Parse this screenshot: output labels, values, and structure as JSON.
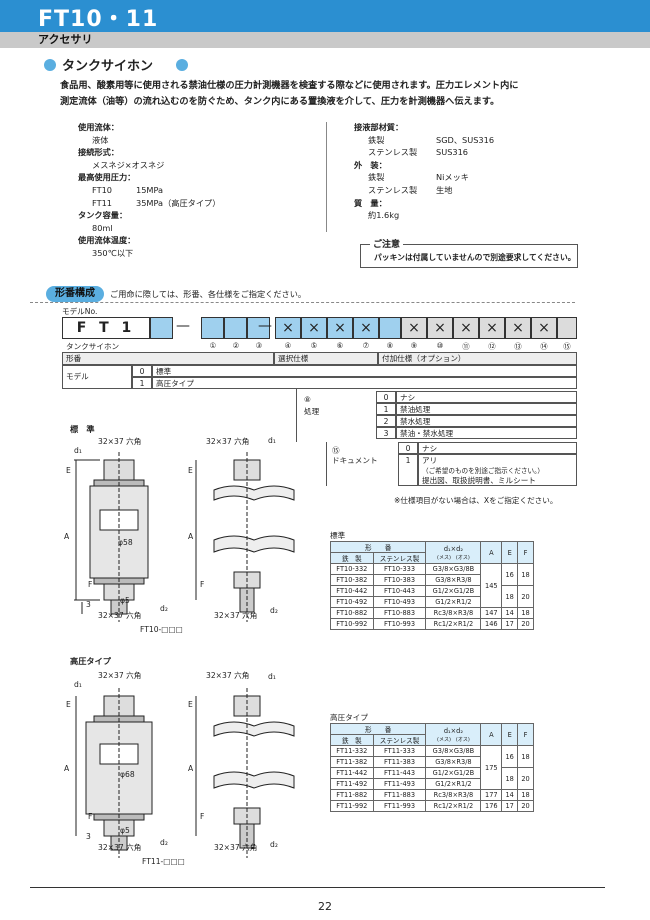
{
  "header": {
    "title": "FT10・11",
    "subtitle": "アクセサリ"
  },
  "section": {
    "title": "タンクサイホン"
  },
  "intro": {
    "line1": "食品用、酸素用等に使用される禁油仕様の圧力計測機器を検査する際などに使用されます。圧力エレメント内に",
    "line2": "測定流体（油等）の流れ込むのを防ぐため、タンク内にある置換液を介して、圧力を計測機器へ伝えます。"
  },
  "spec_left": [
    {
      "label": "使用流体：",
      "value": "液体"
    },
    {
      "label": "接続形式：",
      "value": "メスネジ×オスネジ"
    },
    {
      "label": "最高使用圧力：",
      "rows": [
        [
          "FT10",
          "15MPa"
        ],
        [
          "FT11",
          "35MPa（高圧タイプ）"
        ]
      ]
    },
    {
      "label": "タンク容量：",
      "value": "80ml"
    },
    {
      "label": "使用流体温度：",
      "value": "350℃以下"
    }
  ],
  "spec_right": [
    {
      "label": "接液部材質：",
      "rows": [
        [
          "鉄製",
          "SGD、SUS316"
        ],
        [
          "ステンレス製",
          "SUS316"
        ]
      ]
    },
    {
      "label": "外　装：",
      "rows": [
        [
          "鉄製",
          "Niメッキ"
        ],
        [
          "ステンレス製",
          "生地"
        ]
      ]
    },
    {
      "label": "質　量：",
      "value": "約1.6kg"
    }
  ],
  "notice": {
    "title": "ご注意",
    "text": "パッキンは付属していませんので別途要求してください。"
  },
  "model": {
    "pill": "形番構成",
    "note": "ご用命に際しては、形番、各仕様をご指定ください。",
    "model_no_label": "モデルNo.",
    "prefix": "F T 1",
    "dash": "—",
    "x": "×",
    "nums": [
      "①",
      "②",
      "③",
      "④",
      "⑤",
      "⑥",
      "⑦",
      "⑧",
      "⑨",
      "⑩",
      "⑪",
      "⑫",
      "⑬",
      "⑭",
      "⑮"
    ],
    "name_label": "タンクサイホン",
    "col_kataban": "形番",
    "col_select": "選択仕様",
    "col_addon": "付加仕様（オプション）",
    "model_label": "モデル",
    "model_rows": [
      [
        "0",
        "標準"
      ],
      [
        "1",
        "高圧タイプ"
      ]
    ],
    "treat_num": "⑧",
    "treat_label": "処理",
    "treat_rows": [
      [
        "0",
        "ナシ"
      ],
      [
        "1",
        "禁油処理"
      ],
      [
        "2",
        "禁水処理"
      ],
      [
        "3",
        "禁油・禁水処理"
      ]
    ],
    "doc_num": "⑮",
    "doc_label": "ドキュメント",
    "doc_rows": [
      [
        "0",
        "ナシ"
      ],
      [
        "1",
        "アリ"
      ]
    ],
    "doc_note1": "（ご希望のものを別途ご指示ください。）",
    "doc_note2": "提出図、取扱説明書、ミルシート",
    "footnote": "※仕様項目がない場合は、Xをご指定ください。"
  },
  "drawings": {
    "standard_label": "標　準",
    "high_label": "高圧タイプ",
    "hex": "32×37 六角",
    "d1": "d₁",
    "d2": "d₂",
    "phi58": "φ58",
    "phi68": "φ68",
    "phi5": "φ5",
    "E": "E",
    "A": "A",
    "F": "F",
    "three": "3",
    "ft10_code": "FT10-□□□",
    "ft11_code": "FT11-□□□"
  },
  "table_standard": {
    "title": "標準",
    "h_kataban": "形　　番",
    "h_iron": "鉄　製",
    "h_stainless": "ステンレス製",
    "h_d": "d₁×d₂",
    "h_d_sub": "(メス)　(オス)",
    "h_a": "A",
    "h_e": "E",
    "h_f": "F",
    "rows": [
      [
        "FT10-332",
        "FT10-333",
        "G3/8×G3/8B"
      ],
      [
        "FT10-382",
        "FT10-383",
        "G3/8×R3/8"
      ],
      [
        "FT10-442",
        "FT10-443",
        "G1/2×G1/2B"
      ],
      [
        "FT10-492",
        "FT10-493",
        "G1/2×R1/2"
      ],
      [
        "FT10-882",
        "FT10-883",
        "Rc3/8×R3/8"
      ],
      [
        "FT10-992",
        "FT10-993",
        "Rc1/2×R1/2"
      ]
    ],
    "a_merge": "145",
    "ef1": [
      "16",
      "18"
    ],
    "ef2": [
      "18",
      "20"
    ],
    "row5": [
      "147",
      "14",
      "18"
    ],
    "row6": [
      "146",
      "17",
      "20"
    ]
  },
  "table_high": {
    "title": "高圧タイプ",
    "h_kataban": "形　　番",
    "h_iron": "鉄　製",
    "h_stainless": "ステンレス製",
    "h_d": "d₁×d₂",
    "h_d_sub": "(メス)　(オス)",
    "h_a": "A",
    "h_e": "E",
    "h_f": "F",
    "rows": [
      [
        "FT11-332",
        "FT11-333",
        "G3/8×G3/8B"
      ],
      [
        "FT11-382",
        "FT11-383",
        "G3/8×R3/8"
      ],
      [
        "FT11-442",
        "FT11-443",
        "G1/2×G1/2B"
      ],
      [
        "FT11-492",
        "FT11-493",
        "G1/2×R1/2"
      ],
      [
        "FT11-882",
        "FT11-883",
        "Rc3/8×R3/8"
      ],
      [
        "FT11-992",
        "FT11-993",
        "Rc1/2×R1/2"
      ]
    ],
    "a_merge": "175",
    "ef1": [
      "16",
      "18"
    ],
    "ef2": [
      "18",
      "20"
    ],
    "row5": [
      "177",
      "14",
      "18"
    ],
    "row6": [
      "176",
      "17",
      "20"
    ]
  },
  "page": {
    "number": "22"
  }
}
